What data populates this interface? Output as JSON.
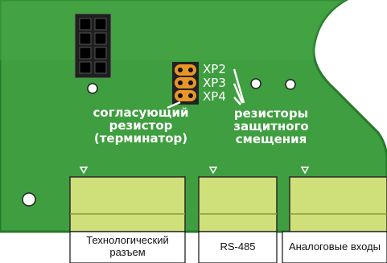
{
  "jumpers": {
    "xp2": "XP2",
    "xp3": "XP3",
    "xp4": "XP4"
  },
  "labels": {
    "terminator": [
      "согласующий",
      "резистор",
      "(терминатор)"
    ],
    "bias": [
      "резисторы",
      "защитного",
      "смещения"
    ]
  },
  "connectors": [
    {
      "label_lines": [
        "Технологический",
        "разъем"
      ]
    },
    {
      "label_lines": [
        "RS-485"
      ]
    },
    {
      "label_lines": [
        "Аналоговые входы"
      ]
    }
  ],
  "colors": {
    "board": "#3f9e3f",
    "board_edge": "#267a2b",
    "connector": "#cfe07a",
    "header_pins": "#222222"
  }
}
